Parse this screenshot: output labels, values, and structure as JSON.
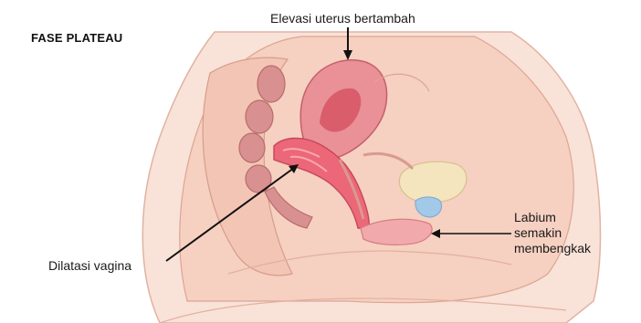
{
  "title": "FASE PLATEAU",
  "labels": {
    "uterus": "Elevasi uterus bertambah",
    "vagina": "Dilatasi vagina",
    "labium": [
      "Labium",
      "semakin",
      "membengkak"
    ]
  },
  "colors": {
    "skin": "#f6d3c5",
    "skin_shadow": "#efbfae",
    "outline": "#d49a8a",
    "uterus": "#e88a8f",
    "uterus_dark": "#d65a66",
    "vagina": "#e85a6a",
    "bowel": "#d89090",
    "bladder": "#f3e3bd",
    "urine": "#9cc6e6",
    "arrow": "#111111"
  }
}
